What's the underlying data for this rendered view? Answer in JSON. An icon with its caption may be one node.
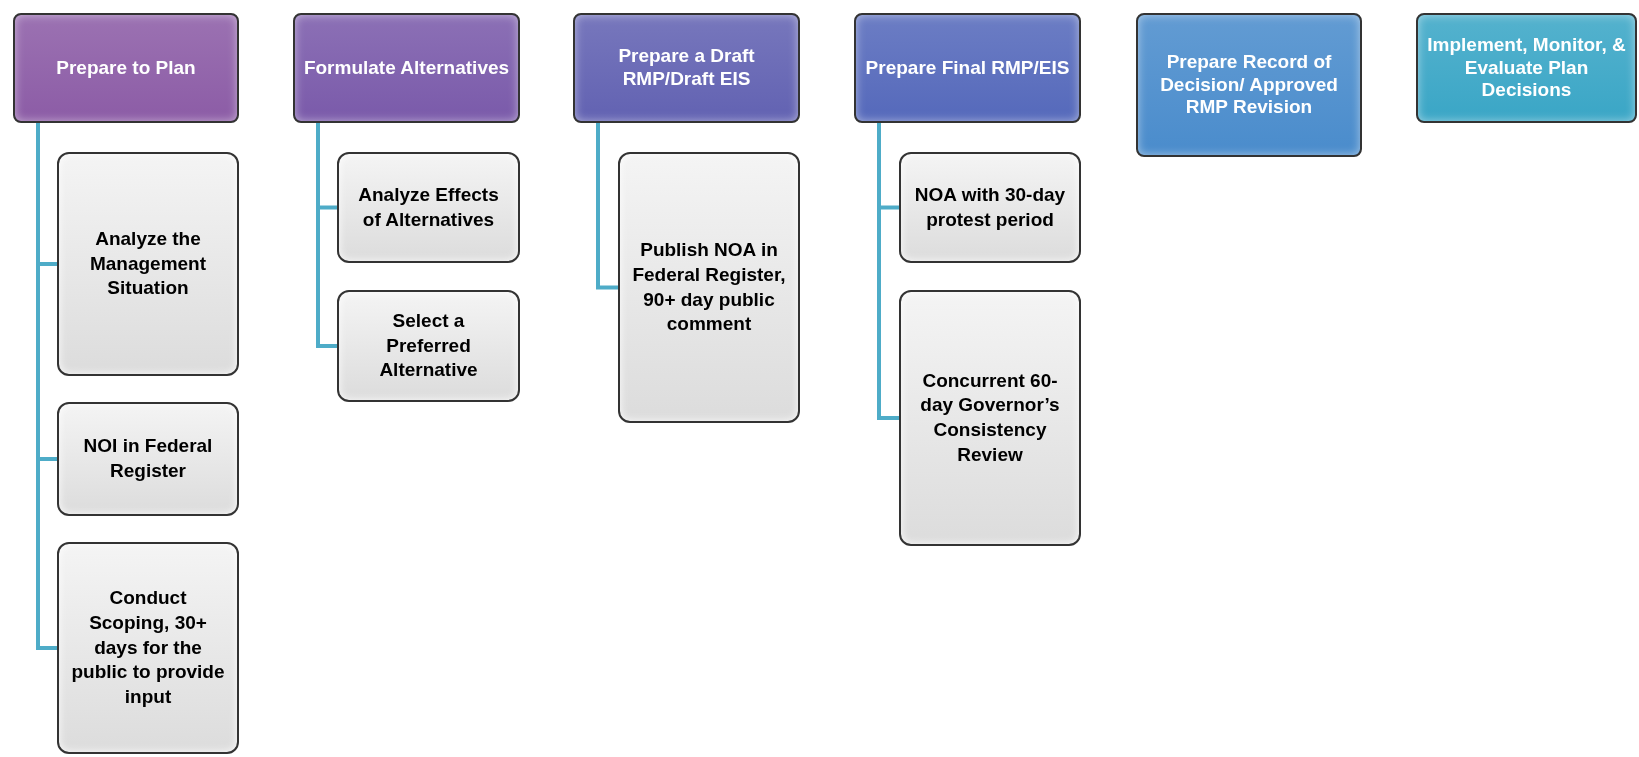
{
  "diagram": {
    "nodes": [
      {
        "text": [
          "Prepare to Plan"
        ]
      },
      {
        "text": [
          "Analyze the Management Situation"
        ]
      },
      {
        "text": [
          "NOI in Federal Register"
        ]
      },
      {
        "text": [
          "Conduct Scoping, 30+ days for the public to provide input"
        ]
      },
      {
        "text": [
          "Formulate Alternatives"
        ]
      },
      {
        "text": [
          "Analyze Effects of Alternatives"
        ]
      },
      {
        "text": [
          "Select a Preferred Alternative"
        ]
      },
      {
        "text": [
          "Prepare a Draft RMP/Draft EIS"
        ]
      },
      {
        "text": [
          "Publish NOA in Federal Register, 90+ day public comment"
        ]
      },
      {
        "text": [
          "Prepare Final RMP/EIS"
        ]
      },
      {
        "text": [
          "NOA with 30-day protest period"
        ]
      },
      {
        "text": [
          "Concurrent 60-day Governor’s Consistency Review"
        ]
      },
      {
        "text": [
          "Prepare Record of Decision/ Approved RMP Revision"
        ]
      },
      {
        "text": [
          "Implement, Monitor, & Evaluate Plan Decisions"
        ]
      }
    ],
    "edges": [
      {
        "from": 0,
        "to": 1,
        "arrow": "none"
      },
      {
        "from": 0,
        "to": 2,
        "arrow": "none"
      },
      {
        "from": 0,
        "to": 3,
        "arrow": "none"
      },
      {
        "from": 4,
        "to": 5,
        "arrow": "none"
      },
      {
        "from": 4,
        "to": 6,
        "arrow": "none"
      },
      {
        "from": 7,
        "to": 8,
        "arrow": "none"
      },
      {
        "from": 9,
        "to": 10,
        "arrow": "none"
      },
      {
        "from": 9,
        "to": 11,
        "arrow": "none"
      }
    ]
  }
}
